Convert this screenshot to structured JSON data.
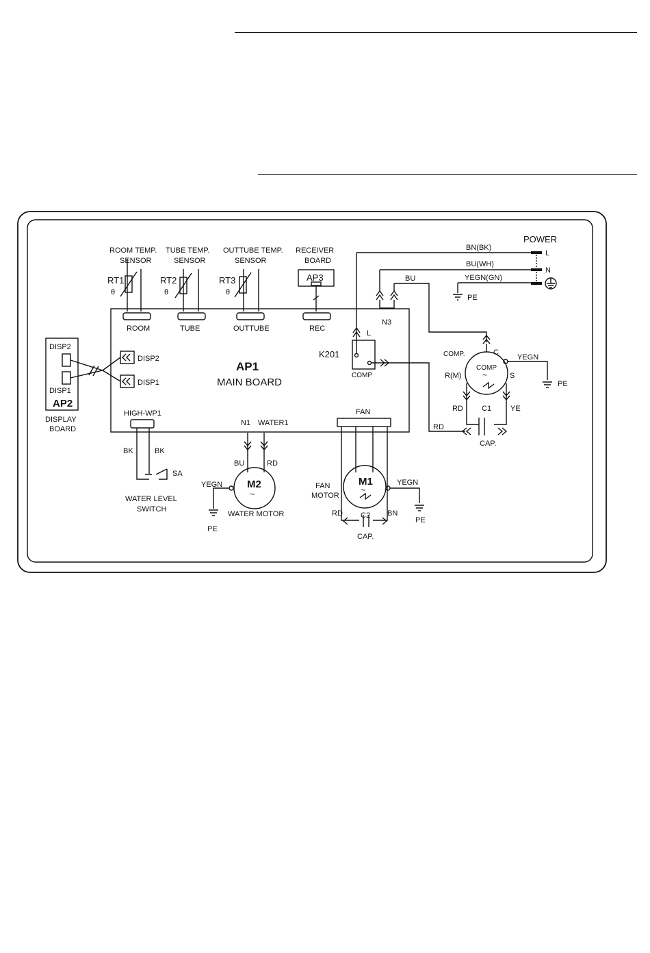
{
  "sensors": {
    "room": {
      "title_line1": "ROOM TEMP.",
      "title_line2": "SENSOR",
      "ref": "RT1",
      "theta": "θ",
      "connector": "ROOM"
    },
    "tube": {
      "title_line1": "TUBE TEMP.",
      "title_line2": "SENSOR",
      "ref": "RT2",
      "theta": "θ",
      "connector": "TUBE"
    },
    "outtube": {
      "title_line1": "OUTTUBE TEMP.",
      "title_line2": "SENSOR",
      "ref": "RT3",
      "theta": "θ",
      "connector": "OUTTUBE"
    }
  },
  "receiver": {
    "title_line1": "RECEIVER",
    "title_line2": "BOARD",
    "ref": "AP3",
    "connector": "REC"
  },
  "main_board": {
    "ref": "AP1",
    "name": "MAIN BOARD",
    "relay": "K201",
    "relay_label": "COMP",
    "relay_l": "L"
  },
  "display_board": {
    "disp2": "DISP2",
    "disp1": "DISP1",
    "ref": "AP2",
    "name_line1": "DISPLAY",
    "name_line2": "BOARD",
    "conn_disp2": "DISP2",
    "conn_disp1": "DISP1"
  },
  "power": {
    "title": "POWER",
    "l": "L",
    "n": "N",
    "wire_l": "BN(BK)",
    "wire_n": "BU(WH)",
    "wire_pe": "YEGN(GN)",
    "pe": "PE"
  },
  "compressor": {
    "bu": "BU",
    "n3": "N3",
    "c": "C",
    "label": "COMP.",
    "ref": "COMP",
    "r": "R(M)",
    "s": "S",
    "yegn": "YEGN",
    "pe": "PE",
    "rd": "RD",
    "ye": "YE",
    "cap_ref": "C1",
    "cap": "CAP.",
    "rd2": "RD"
  },
  "water": {
    "switch_conn": "HIGH-WP1",
    "bk1": "BK",
    "bk2": "BK",
    "sa": "SA",
    "switch_line1": "WATER LEVEL",
    "switch_line2": "SWITCH",
    "n1": "N1",
    "water1": "WATER1",
    "bu": "BU",
    "rd": "RD",
    "motor_ref": "M2",
    "motor_name": "WATER MOTOR",
    "yegn": "YEGN",
    "pe": "PE"
  },
  "fan": {
    "conn": "FAN",
    "ref": "M1",
    "name_line1": "FAN",
    "name_line2": "MOTOR",
    "yegn": "YEGN",
    "pe": "PE",
    "rd": "RD",
    "bn": "BN",
    "cap_ref": "C2",
    "cap": "CAP."
  }
}
